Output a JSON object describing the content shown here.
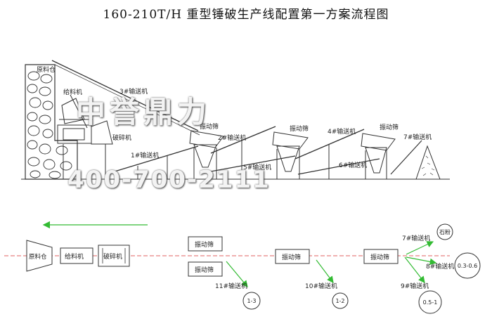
{
  "title": "160-210T/H 重型锤破生产线配置第一方案流程图",
  "watermark": {
    "brand": "中誉鼎力",
    "phone": "400-700-2111"
  },
  "upper_diagram": {
    "labels": {
      "silo": "原料仓",
      "feeder": "给料机",
      "crusher": "破碎机",
      "conv1": "1#输送机",
      "conv2": "2#输送机",
      "conv3": "3#输送机",
      "conv4": "4#输送机",
      "conv5": "5#输送机",
      "conv6": "6#输送机",
      "conv7": "7#输送机",
      "screen1": "振动筛",
      "screen2": "振动筛",
      "screen3": "振动筛"
    }
  },
  "lower_diagram": {
    "labels": {
      "silo": "原料仓",
      "feeder": "给料机",
      "crusher": "破碎机",
      "screen_a": "振动筛",
      "screen_b": "振动筛",
      "screen_c": "振动筛",
      "screen_d": "振动筛",
      "conv11": "11#输送机",
      "conv10": "10#输送机",
      "conv9": "9#输送机",
      "conv8": "8#输送机",
      "conv7": "7#输送机"
    },
    "products": {
      "p1": "1-3",
      "p2": "1-2",
      "p3": "0.5-1",
      "p4": "0.3-0.6",
      "p5": "石粉"
    }
  },
  "colors": {
    "line": "#333333",
    "flow_red": "#e06060",
    "flow_green": "#33bb33"
  }
}
